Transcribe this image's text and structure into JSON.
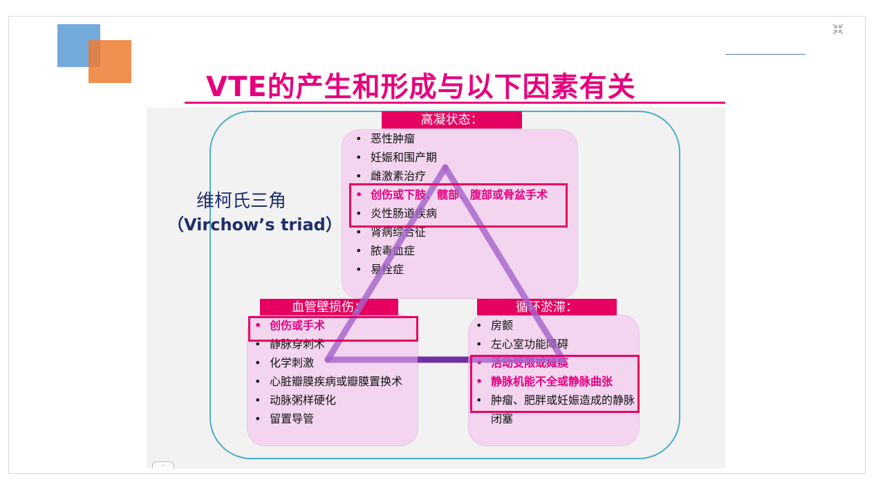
{
  "slide": {
    "title": "VTE的产生和形成与以下因素有关",
    "triad_title": "维柯氏三角",
    "triad_subtitle": "（Virchow’s triad）"
  },
  "top_box": {
    "header": "高凝状态：",
    "items": [
      "恶性肿瘤",
      "妊娠和围产期",
      "雌激素治疗",
      "创伤或下肢、髋部、腹部或骨盆手术",
      "炎性肠道疾病",
      "肾病综合征",
      "脓毒血症",
      "易栓症"
    ]
  },
  "left_box": {
    "header": "血管壁损伤：",
    "items": [
      "创伤或手术",
      "静脉穿刺术",
      "化学刺激",
      "心脏瓣膜疾病或瓣膜置换术",
      "动脉粥样硬化",
      "留置导管"
    ]
  },
  "right_box": {
    "header": "循环淤滞：",
    "items": [
      "房颤",
      "左心室功能障碍",
      "活动受限或瘫痪",
      "静脉机能不全或静脉曲张",
      "肿瘤、肥胖或妊娠造成的静脉闭塞"
    ]
  },
  "colors": {
    "accent": "#e6007e",
    "header_bg": "#e6005f",
    "box_bg": "#f3d5f0",
    "triangle": "#a463c9",
    "outline": "#4bacc6"
  },
  "icons": {
    "exit_fullscreen": "collapse-icon"
  }
}
